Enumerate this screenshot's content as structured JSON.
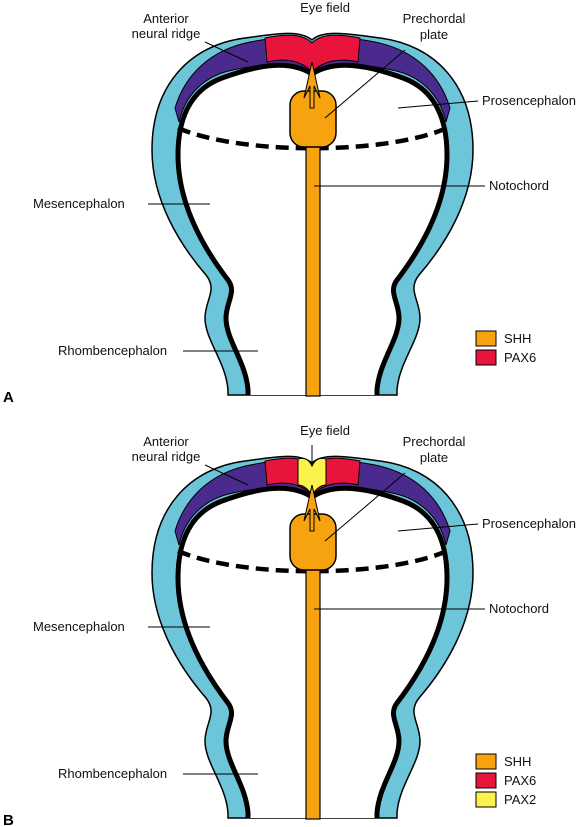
{
  "colors": {
    "ectoderm": "#6cc5d9",
    "anterior_neural_ridge": "#4a2a8c",
    "pax6": "#e8143c",
    "pax2": "#fbf24b",
    "shh": "#f6a30f",
    "outline": "#000000",
    "background": "#ffffff"
  },
  "panels": [
    {
      "letter": "A",
      "labels": {
        "anterior_neural_ridge": [
          "Anterior",
          "neural ridge"
        ],
        "eye_field": "Eye field",
        "prechordal_plate": [
          "Prechordal",
          "plate"
        ],
        "prosencephalon": "Prosencephalon",
        "notochord": "Notochord",
        "mesencephalon": "Mesencephalon",
        "rhombencephalon": "Rhombencephalon"
      },
      "legend": [
        {
          "label": "SHH",
          "color": "#f6a30f"
        },
        {
          "label": "PAX6",
          "color": "#e8143c"
        }
      ],
      "has_pax2": false
    },
    {
      "letter": "B",
      "labels": {
        "anterior_neural_ridge": [
          "Anterior",
          "neural ridge"
        ],
        "eye_field": "Eye field",
        "prechordal_plate": [
          "Prechordal",
          "plate"
        ],
        "prosencephalon": "Prosencephalon",
        "notochord": "Notochord",
        "mesencephalon": "Mesencephalon",
        "rhombencephalon": "Rhombencephalon"
      },
      "legend": [
        {
          "label": "SHH",
          "color": "#f6a30f"
        },
        {
          "label": "PAX6",
          "color": "#e8143c"
        },
        {
          "label": "PAX2",
          "color": "#fbf24b"
        }
      ],
      "has_pax2": true
    }
  ]
}
